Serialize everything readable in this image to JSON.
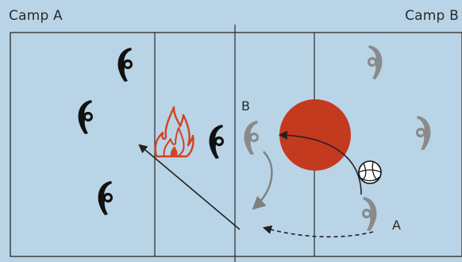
{
  "camps": {
    "left": "Camp A",
    "right": "Camp B"
  },
  "positions": {
    "a": "A",
    "b": "B"
  },
  "colors": {
    "background": "#b9d4e6",
    "court_line": "#2a2a2a",
    "team_a": "#111111",
    "team_b": "#8a8a8a",
    "zone": "#c43a1f",
    "fire": "#d2421f",
    "arrow_solid": "#222222",
    "arrow_grey": "#7f7f7f"
  },
  "icons": {
    "fire": "fire-icon",
    "ball": "volleyball-icon",
    "target": "target-zone",
    "player": "player-figure-icon"
  }
}
